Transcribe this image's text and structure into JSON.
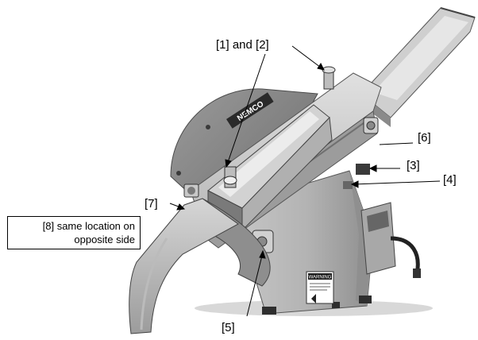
{
  "callouts": {
    "c1_2": "[1] and [2]",
    "c3": "[3]",
    "c4": "[4]",
    "c5": "[5]",
    "c6": "[6]",
    "c7": "[7]"
  },
  "note": {
    "line1": "[8] same location on",
    "line2": "opposite side"
  },
  "machine": {
    "brand_plate": "NEMCO",
    "warning_label": "WARNING"
  },
  "colors": {
    "metal_light": "#c9c9c9",
    "metal_mid": "#a6a6a6",
    "metal_dark": "#6e6e6e",
    "shadow": "#3c3c3c",
    "callout_line": "#000000"
  }
}
